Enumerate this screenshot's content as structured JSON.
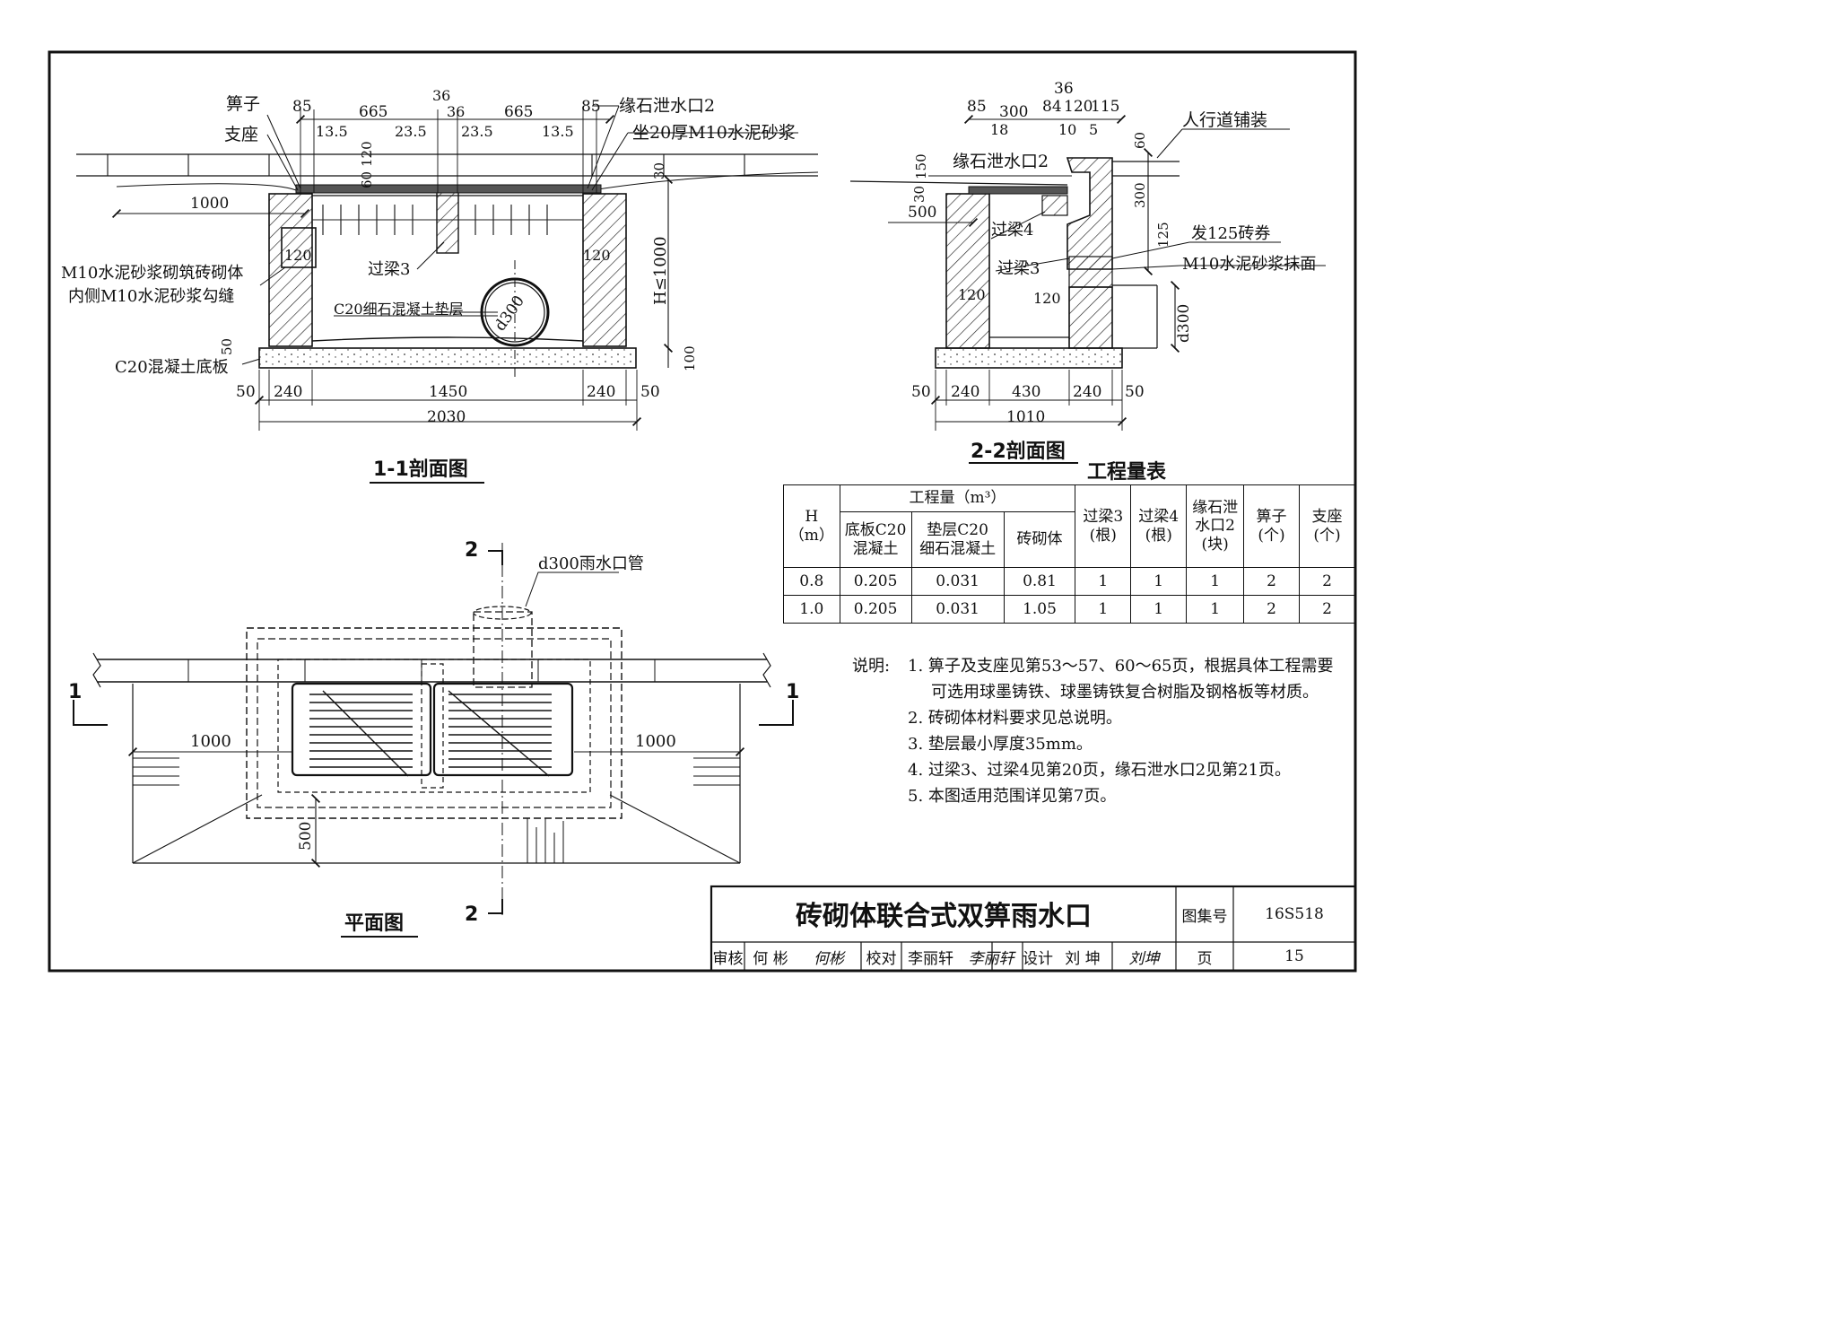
{
  "section_1_1": {
    "title": "1-1剖面图",
    "labels": {
      "grate": "箅子",
      "seat": "支座",
      "curb_outlet": "缘石泄水口2",
      "mortar_bed": "坐20厚M10水泥砂浆",
      "brick_wall": "M10水泥砂浆砌筑砖砌体",
      "pointing": "内侧M10水泥砂浆勾缝",
      "beam3": "过梁3",
      "bedding": "C20细石混凝土垫层",
      "base_slab": "C20混凝土底板",
      "pipe": "d300",
      "height": "H≤1000"
    },
    "dims": {
      "top_85_l": "85",
      "top_665_l": "665",
      "top_36_a": "36",
      "top_36_b": "36",
      "top_665_r": "665",
      "top_85_r": "85",
      "sub_135_l": "13.5",
      "sub_235_l": "23.5",
      "sub_235_r": "23.5",
      "sub_135_r": "13.5",
      "v120": "120",
      "v60": "60",
      "v30": "30",
      "d1000": "1000",
      "w120_l": "120",
      "w120_r": "120",
      "v50": "50",
      "v100": "100",
      "b50_l": "50",
      "b240_l": "240",
      "b1450": "1450",
      "b240_r": "240",
      "b50_r": "50",
      "total": "2030"
    }
  },
  "section_2_2": {
    "title": "2-2剖面图",
    "labels": {
      "paving": "人行道铺装",
      "curb_outlet": "缘石泄水口2",
      "beam4": "过梁4",
      "beam3": "过梁3",
      "arch": "发125砖券",
      "plaster": "M10水泥砂浆抹面",
      "pipe": "d300"
    },
    "dims": {
      "t85": "85",
      "t300": "300",
      "t84": "84",
      "t36": "36",
      "t120": "120",
      "t115": "115",
      "s18": "18",
      "s10": "10",
      "s5": "5",
      "v150": "150",
      "v30": "30",
      "v60": "60",
      "v300": "300",
      "v125": "125",
      "d500": "500",
      "w120_a": "120",
      "w120_b": "120",
      "b50_l": "50",
      "b240_l": "240",
      "b430": "430",
      "b240_r": "240",
      "b50_r": "50",
      "total": "1010"
    }
  },
  "plan": {
    "title": "平面图",
    "pipe_label": "d300雨水口管",
    "cut_1": "1",
    "cut_2": "2",
    "d1000_l": "1000",
    "d1000_r": "1000",
    "d500": "500"
  },
  "quantity_table": {
    "title": "工程量表",
    "h_head": "H",
    "h_unit": "（m）",
    "group_head": "工程量（m³）",
    "col_base": [
      "底板C20",
      "混凝土"
    ],
    "col_bed": [
      "垫层C20",
      "细石混凝土"
    ],
    "col_brick": "砖砌体",
    "col_beam3": [
      "过梁3",
      "(根)"
    ],
    "col_beam4": [
      "过梁4",
      "(根)"
    ],
    "col_outlet": [
      "缘石泄",
      "水口2",
      "(块)"
    ],
    "col_grate": [
      "箅子",
      "(个)"
    ],
    "col_seat": [
      "支座",
      "(个)"
    ],
    "rows": [
      {
        "h": "0.8",
        "base": "0.205",
        "bed": "0.031",
        "brick": "0.81",
        "beam3": "1",
        "beam4": "1",
        "outlet": "1",
        "grate": "2",
        "seat": "2"
      },
      {
        "h": "1.0",
        "base": "0.205",
        "bed": "0.031",
        "brick": "1.05",
        "beam3": "1",
        "beam4": "1",
        "outlet": "1",
        "grate": "2",
        "seat": "2"
      }
    ]
  },
  "notes": {
    "label": "说明:",
    "items": [
      "1. 箅子及支座见第53～57、60～65页，根据具体工程需要可选用球墨铸铁、球墨铸铁复合树脂及钢格板等材质。",
      "2. 砖砌体材料要求见总说明。",
      "3. 垫层最小厚度35mm。",
      "4. 过梁3、过梁4见第20页，缘石泄水口2见第21页。",
      "5. 本图适用范围详见第7页。"
    ]
  },
  "title_block": {
    "title": "砖砌体联合式双箅雨水口",
    "atlas_label": "图集号",
    "atlas_no": "16S518",
    "page_label": "页",
    "page_no": "15",
    "review_label": "审核",
    "reviewer": "何 彬",
    "review_sign": "何彬",
    "check_label": "校对",
    "checker": "李丽轩",
    "check_sign": "李丽轩",
    "design_label": "设计",
    "designer": "刘 坤",
    "design_sign": "刘坤"
  }
}
